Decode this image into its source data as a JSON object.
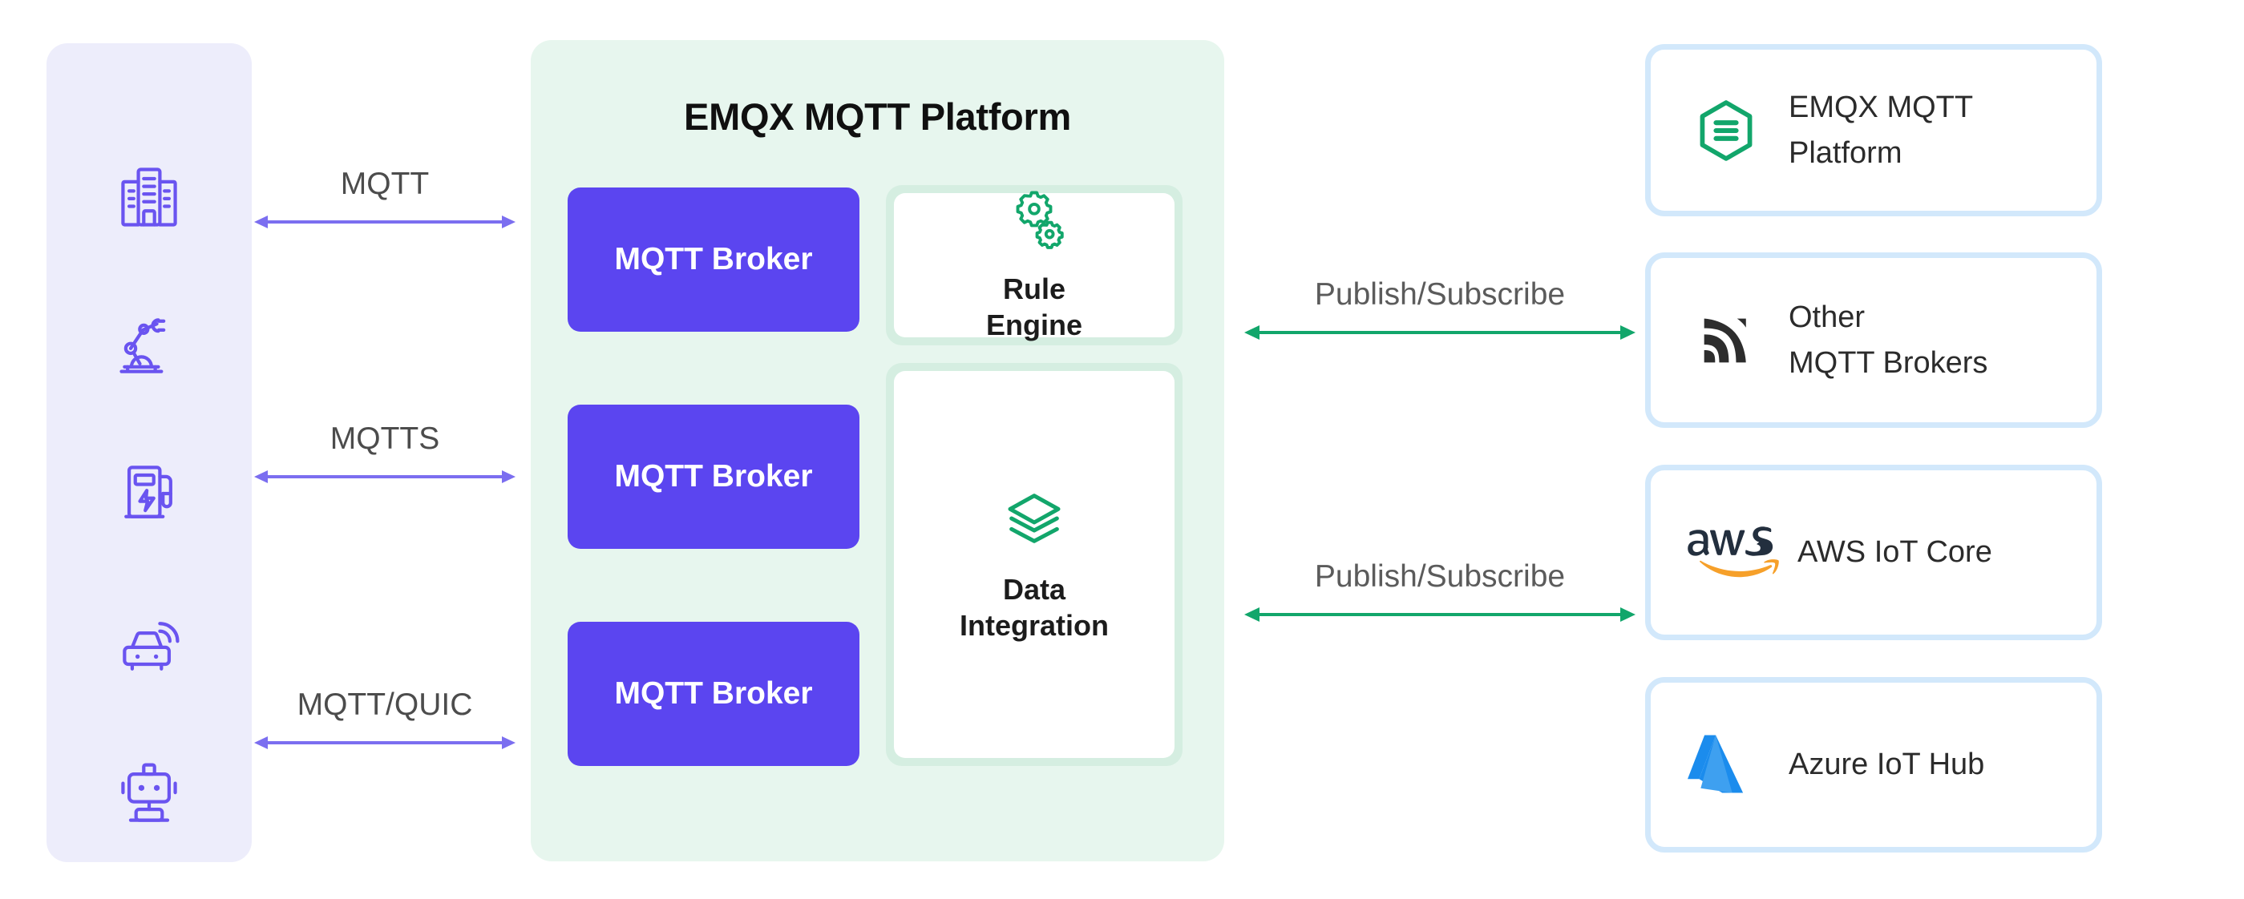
{
  "diagram": {
    "title": "EMQX MQTT Platform architecture diagram",
    "colors": {
      "device_panel_bg": "#ededfb",
      "device_icon": "#6a54f0",
      "platform_panel_bg": "#e7f6ee",
      "broker_box": "#5b45f0",
      "feature_wrap": "#d5eee1",
      "accent_green": "#12a66b",
      "protocol_arrow": "#7b6ef0",
      "card_border": "#d2e8fb",
      "aws_orange": "#f6a02a",
      "aws_dark": "#232f3e",
      "azure_blue": "#1b8ced",
      "text_dark": "#1c1c1c",
      "text_muted": "#4c4c4c"
    }
  },
  "devices": {
    "items": [
      {
        "icon": "building-icon",
        "name": "building"
      },
      {
        "icon": "robot-arm-icon",
        "name": "industrial-robot-arm"
      },
      {
        "icon": "ev-charger-icon",
        "name": "ev-charging-station"
      },
      {
        "icon": "connected-car-icon",
        "name": "connected-car"
      },
      {
        "icon": "robot-icon",
        "name": "robot"
      }
    ]
  },
  "protocols": [
    {
      "label": "MQTT"
    },
    {
      "label": "MQTTS"
    },
    {
      "label": "MQTT/QUIC"
    }
  ],
  "platform": {
    "title": "EMQX MQTT Platform",
    "brokers": [
      {
        "label": "MQTT Broker"
      },
      {
        "label": "MQTT Broker"
      },
      {
        "label": "MQTT Broker"
      }
    ],
    "features": [
      {
        "label": "Rule\nEngine",
        "line1": "Rule",
        "line2": "Engine",
        "icon": "gears-icon"
      },
      {
        "label": "Data Integration",
        "line1": "Data",
        "line2": "Integration",
        "icon": "layers-icon"
      }
    ]
  },
  "pubsub": [
    {
      "label": "Publish/Subscribe"
    },
    {
      "label": "Publish/Subscribe"
    }
  ],
  "targets": [
    {
      "line1": "EMQX MQTT",
      "line2": "Platform",
      "icon": "emqx-hexagon-icon"
    },
    {
      "line1": "Other",
      "line2": "MQTT Brokers",
      "icon": "mqtt-waves-icon"
    },
    {
      "line1": "AWS IoT Core",
      "line2": "",
      "icon": "aws-logo-icon"
    },
    {
      "line1": "Azure IoT Hub",
      "line2": "",
      "icon": "azure-logo-icon"
    }
  ]
}
